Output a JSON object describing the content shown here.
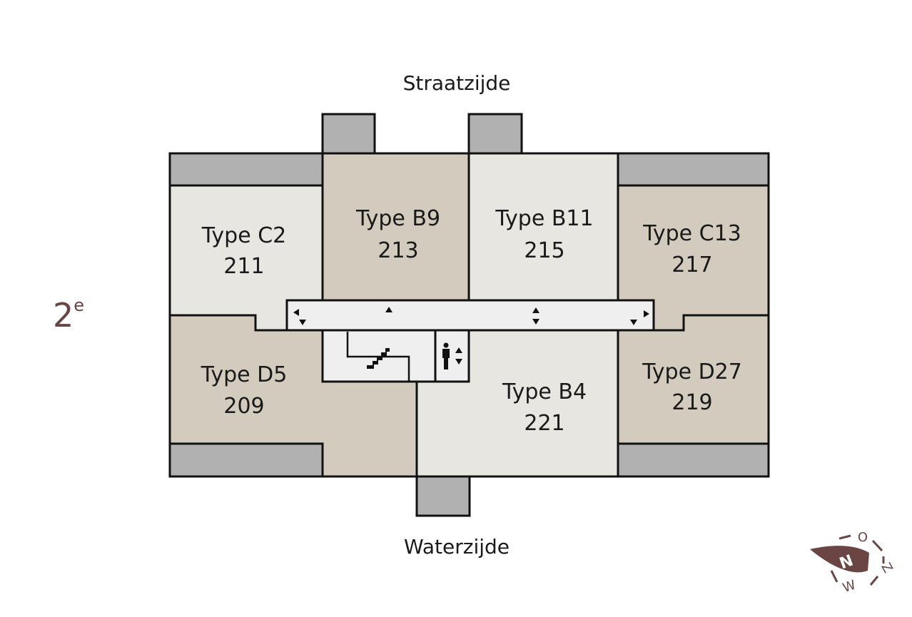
{
  "floor": {
    "number": "2",
    "suffix": "e"
  },
  "sides": {
    "top": "Straatzijde",
    "bottom": "Waterzijde"
  },
  "units": [
    {
      "type": "Type C2",
      "number": "211"
    },
    {
      "type": "Type B9",
      "number": "213"
    },
    {
      "type": "Type B11",
      "number": "215"
    },
    {
      "type": "Type C13",
      "number": "217"
    },
    {
      "type": "Type D5",
      "number": "209"
    },
    {
      "type": "Type B4",
      "number": "221"
    },
    {
      "type": "Type D27",
      "number": "219"
    }
  ],
  "compass": {
    "letters": [
      "N",
      "O",
      "Z",
      "W"
    ]
  },
  "colors": {
    "light": "#e8e6e1",
    "beige": "#d4cbbf",
    "balcony": "#b1b1b1",
    "corridor": "#efefef",
    "accent": "#6b4444"
  }
}
